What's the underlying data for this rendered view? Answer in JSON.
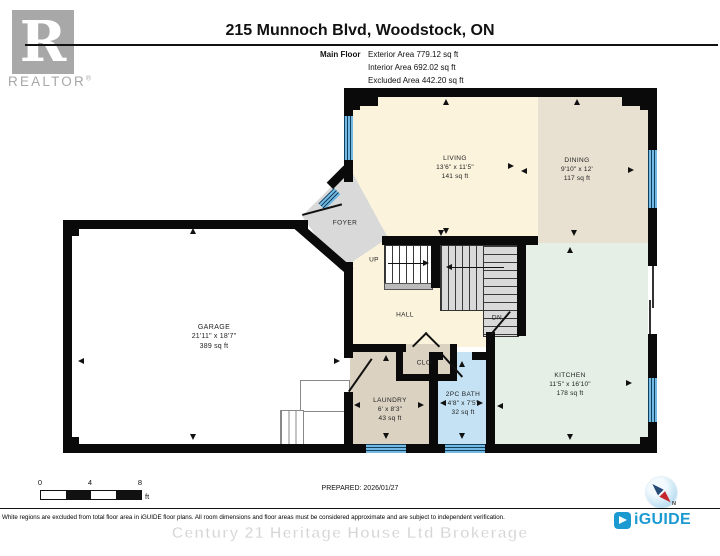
{
  "header": {
    "realtor_logo": {
      "letter": "R",
      "label": "REALTOR",
      "registered": "®"
    },
    "title": "215 Munnoch Blvd, Woodstock, ON",
    "floor": {
      "label": "Main Floor",
      "exterior": "Exterior Area 779.12 sq ft",
      "interior": "Interior Area 692.02 sq ft",
      "excluded": "Excluded Area 442.20 sq ft"
    }
  },
  "rooms": {
    "living": {
      "name": "LIVING",
      "dims": "13'6\" x 11'5\"",
      "area": "141 sq ft"
    },
    "dining": {
      "name": "DINING",
      "dims": "9'10\" x 12'",
      "area": "117 sq ft"
    },
    "kitchen": {
      "name": "KITCHEN",
      "dims": "11'5\" x 16'10\"",
      "area": "178 sq ft"
    },
    "garage": {
      "name": "GARAGE",
      "dims": "21'11\" x 18'7\"",
      "area": "389 sq ft"
    },
    "laundry": {
      "name": "LAUNDRY",
      "dims": "6' x 8'3\"",
      "area": "43 sq ft"
    },
    "bath": {
      "name": "2PC BATH",
      "dims": "4'8\" x 7'5\"",
      "area": "32 sq ft"
    },
    "foyer": {
      "name": "FOYER"
    },
    "hall": {
      "name": "HALL"
    },
    "closet": {
      "name": "CLO"
    },
    "stairs_up": {
      "name": "UP"
    },
    "stairs_down": {
      "name": "DN"
    }
  },
  "footer": {
    "scale": {
      "t0": "0",
      "t4": "4",
      "t8": "8",
      "unit": "ft"
    },
    "prepared": "PREPARED: 2026/01/27",
    "compass": {
      "north_label": "N"
    },
    "disclaimer": "White regions are excluded from total floor area in iGUIDE floor plans. All room dimensions and floor areas must be considered approximate and are subject to independent verification.",
    "brand": "iGUIDE",
    "watermark": "Century 21 Heritage House Ltd Brokerage"
  },
  "colors": {
    "living_fill": "#FBF3DC",
    "dining_fill": "#E8E0D0",
    "kitchen_fill": "#E5EFE5",
    "bath_fill": "#C4E2F4",
    "laundry_fill": "#DBD2C2",
    "excluded_gray": "#D9D9D9",
    "window_blue": "#74B9E3",
    "window_frame": "#12415F",
    "wall_black": "#0A0A0A",
    "iguide_blue": "#1B9AD2",
    "realtor_gray": "#A8A8A8"
  }
}
